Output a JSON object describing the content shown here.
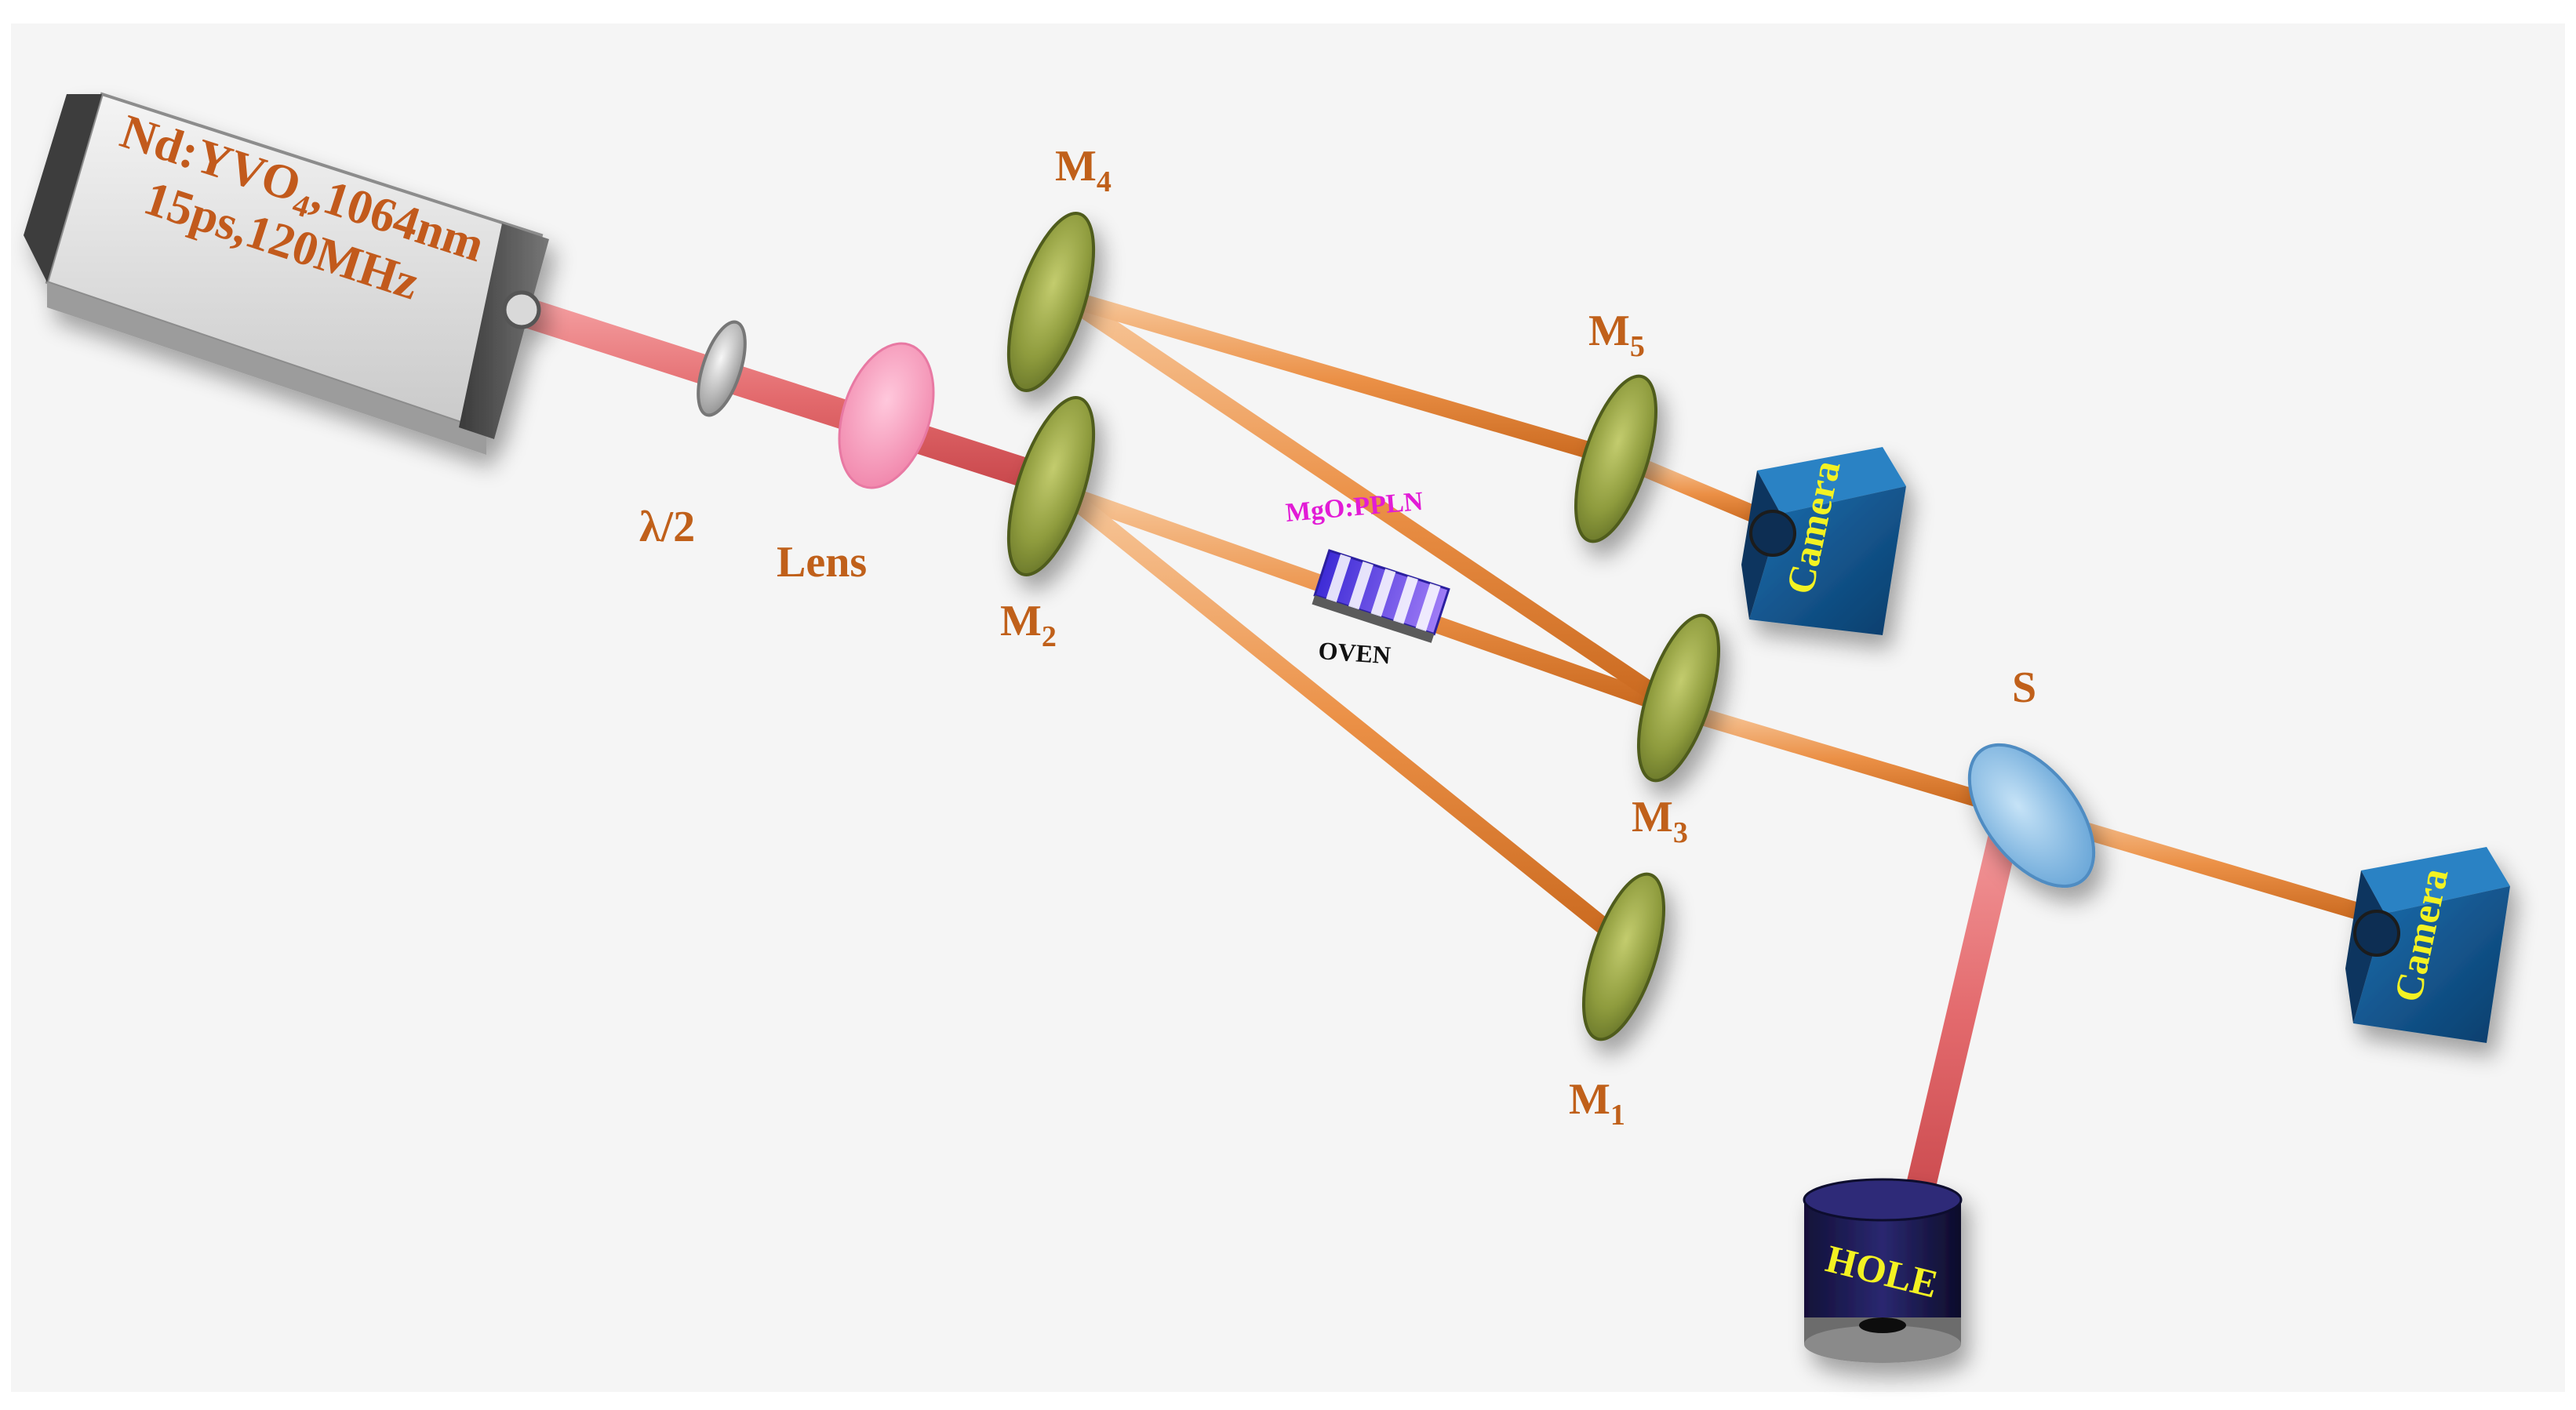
{
  "source": {
    "line1": "Nd:YVO",
    "line1_sub": "4",
    "line1_rest": ",1064nm",
    "line2": "15ps,120MHz"
  },
  "labels": {
    "half_wave": "λ/2",
    "lens": "Lens",
    "m1": "M",
    "m1_sub": "1",
    "m2": "M",
    "m2_sub": "2",
    "m3": "M",
    "m3_sub": "3",
    "m4": "M",
    "m4_sub": "4",
    "m5": "M",
    "m5_sub": "5",
    "splitter": "S",
    "crystal": "MgO:PPLN",
    "oven": "OVEN",
    "camera_1": "Camera",
    "camera_2": "Camera",
    "hole": "HOLE"
  },
  "colors": {
    "pump_beam": "#e9777a",
    "signal_beam": "#f0a05a",
    "mirror": "#8b9a3c",
    "splitter": "#7fb6e0",
    "camera": "#0f4f86",
    "hole_body": "#1b1a50",
    "label": "#c0601a"
  }
}
